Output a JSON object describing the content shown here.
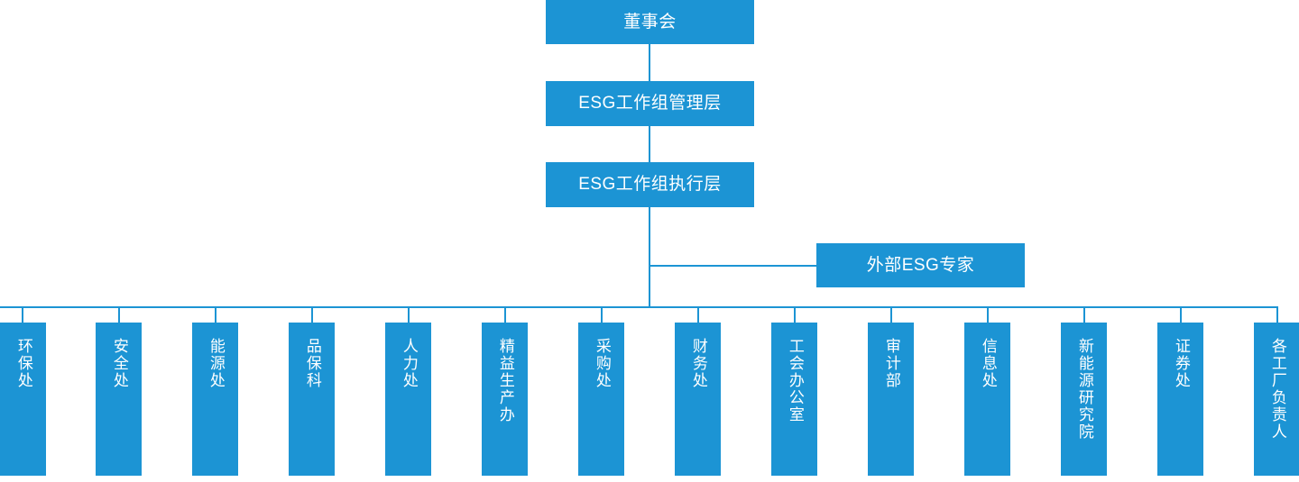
{
  "diagram": {
    "title_nodes": [
      {
        "id": "board",
        "label": "董事会"
      },
      {
        "id": "esg-mgmt",
        "label": "ESG工作组管理层"
      },
      {
        "id": "esg-exec",
        "label": "ESG工作组执行层"
      }
    ],
    "advisor": {
      "id": "external-esg-expert",
      "label": "外部ESG专家"
    },
    "departments": [
      {
        "id": "dept-environment",
        "label": "环保处"
      },
      {
        "id": "dept-safety",
        "label": "安全处"
      },
      {
        "id": "dept-energy",
        "label": "能源处"
      },
      {
        "id": "dept-quality",
        "label": "品保科"
      },
      {
        "id": "dept-hr",
        "label": "人力处"
      },
      {
        "id": "dept-lean",
        "label": "精益生产办"
      },
      {
        "id": "dept-procurement",
        "label": "采购处"
      },
      {
        "id": "dept-finance",
        "label": "财务处"
      },
      {
        "id": "dept-union-office",
        "label": "工会办公室"
      },
      {
        "id": "dept-audit",
        "label": "审计部"
      },
      {
        "id": "dept-it",
        "label": "信息处"
      },
      {
        "id": "dept-new-energy",
        "label": "新能源研究院"
      },
      {
        "id": "dept-securities",
        "label": "证券处"
      },
      {
        "id": "dept-plant-heads",
        "label": "各工厂负责人"
      }
    ],
    "colors": {
      "node_fill": "#1C94D4",
      "node_text": "#FFFFFF",
      "connector": "#1C94D4",
      "background": "#FFFFFF"
    }
  }
}
